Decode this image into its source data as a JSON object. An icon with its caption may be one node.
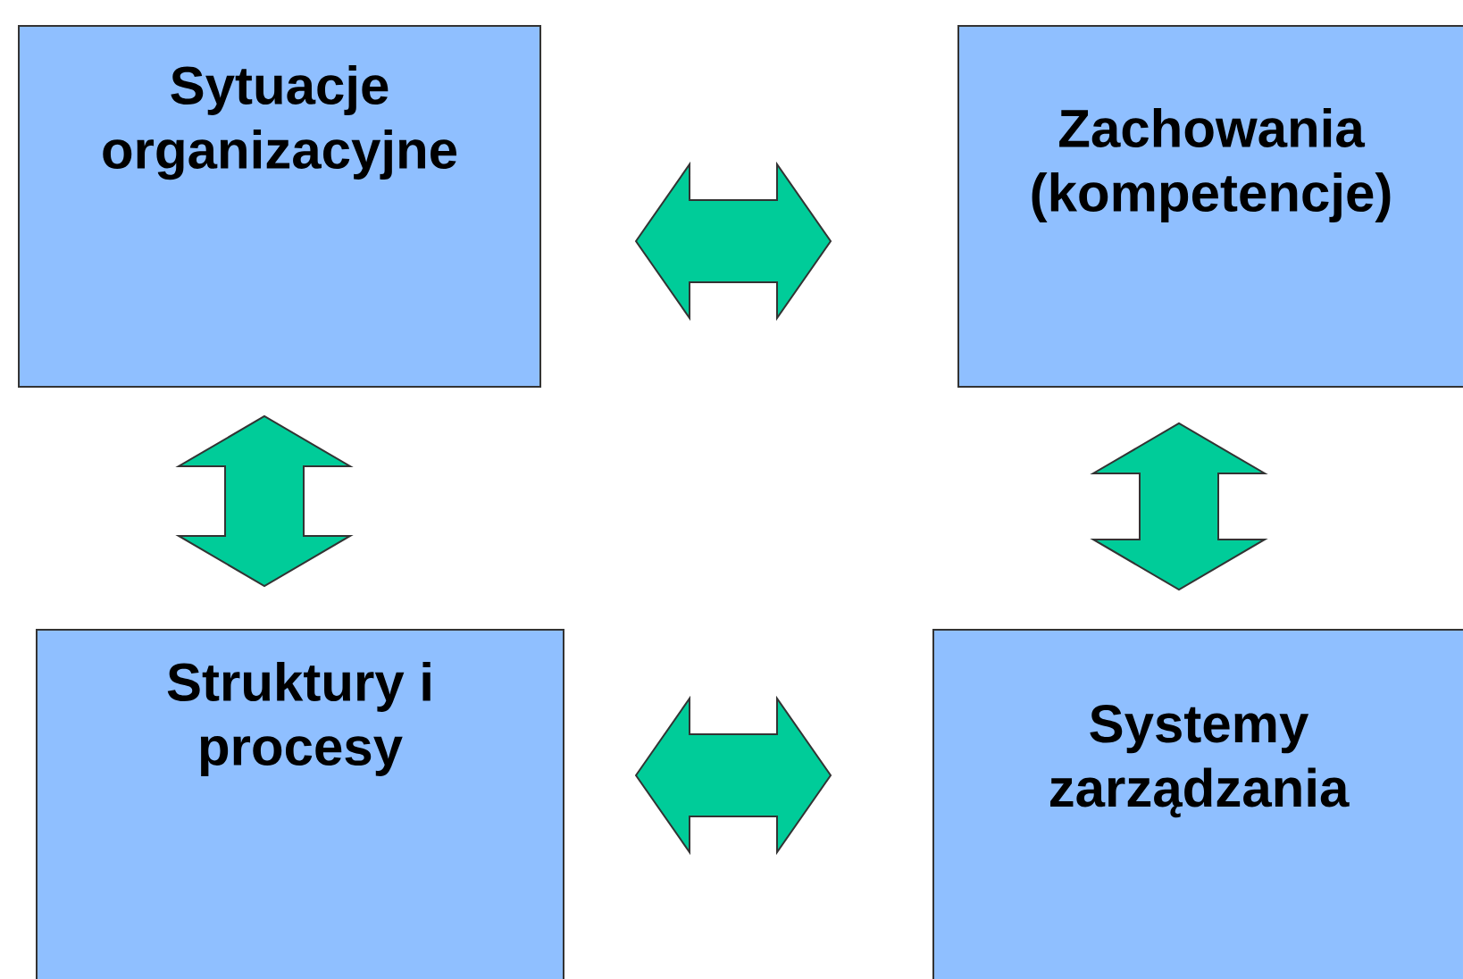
{
  "diagram": {
    "nodes": [
      {
        "text": [
          "Sytuacje organizacyjne"
        ]
      },
      {
        "text": [
          "Zachowania (kompetencje)"
        ]
      },
      {
        "text": [
          "Struktury i procesy"
        ]
      },
      {
        "text": [
          "Systemy zarządzania"
        ]
      }
    ],
    "edges": [
      {
        "from": 0,
        "to": 1,
        "arrow": "both"
      },
      {
        "from": 0,
        "to": 2,
        "arrow": "both"
      },
      {
        "from": 1,
        "to": 3,
        "arrow": "both"
      },
      {
        "from": 2,
        "to": 3,
        "arrow": "both"
      }
    ]
  }
}
